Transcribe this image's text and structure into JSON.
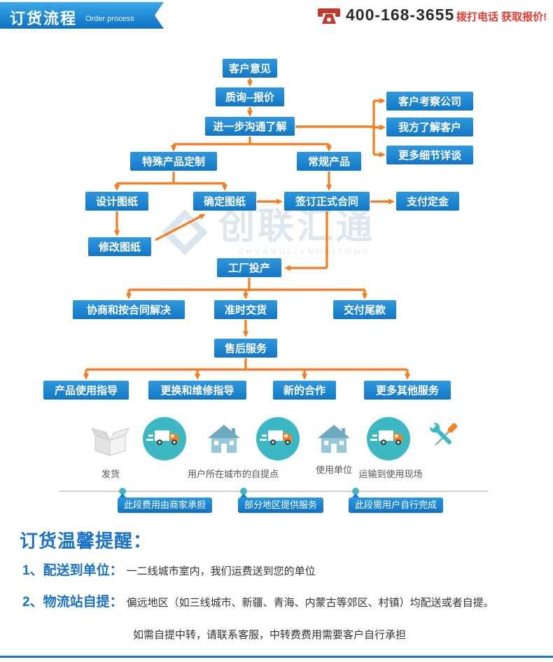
{
  "header": {
    "title": "订货流程",
    "subtitle": "Order process",
    "phone_number": "400-168-3655",
    "cta": "拨打电话 获取报价!"
  },
  "flowchart": {
    "watermark": {
      "text": "创联汇通",
      "sub": "CHUANGLIANHUITONG"
    },
    "nodes": [
      {
        "id": "customer-opinion",
        "label": "客户意见"
      },
      {
        "id": "inquiry-quote",
        "label": "质询--报价"
      },
      {
        "id": "further-communication",
        "label": "进一步沟通了解"
      },
      {
        "id": "client-visit-company",
        "label": "客户考察公司"
      },
      {
        "id": "we-understand-client",
        "label": "我方了解客户"
      },
      {
        "id": "more-details-talk",
        "label": "更多细节详谈"
      },
      {
        "id": "custom-product",
        "label": "特殊产品定制"
      },
      {
        "id": "standard-product",
        "label": "常规产品"
      },
      {
        "id": "design-drawing",
        "label": "设计图纸"
      },
      {
        "id": "confirm-drawing",
        "label": "确定图纸"
      },
      {
        "id": "sign-contract",
        "label": "签订正式合同"
      },
      {
        "id": "pay-deposit",
        "label": "支付定金"
      },
      {
        "id": "revise-drawing",
        "label": "修改图纸"
      },
      {
        "id": "factory-production",
        "label": "工厂投产"
      },
      {
        "id": "negotiate-by-contract",
        "label": "协商和按合同解决"
      },
      {
        "id": "on-time-delivery",
        "label": "准时交货"
      },
      {
        "id": "pay-balance",
        "label": "交付尾款"
      },
      {
        "id": "after-sales",
        "label": "售后服务"
      },
      {
        "id": "usage-guide",
        "label": "产品使用指导"
      },
      {
        "id": "replace-repair-guide",
        "label": "更换和维修指导"
      },
      {
        "id": "new-cooperation",
        "label": "新的合作"
      },
      {
        "id": "more-services",
        "label": "更多其他服务"
      }
    ]
  },
  "logistics": {
    "labels": [
      "发货",
      "用户所在城市的自提点",
      "使用单位",
      "运输到使用现场"
    ],
    "badges": [
      "此段费用由商家承担",
      "部分地区提供服务",
      "此段需用户自行完成"
    ],
    "icons": [
      "box-icon",
      "truck-icon",
      "house-icon",
      "truck-icon",
      "house-icon",
      "truck-icon",
      "tools-icon"
    ]
  },
  "notice": {
    "title": "订货温馨提醒：",
    "items": [
      {
        "label": "1、配送到单位：",
        "text": "一二线城市室内，我们运费送到您的单位"
      },
      {
        "label": "2、物流站自提：",
        "text": "偏远地区（如三线城市、新疆、青海、内蒙古等郊区、村镇）均配送或者自提。"
      }
    ],
    "footnote": "如需自提中转，请联系客服，中转费费用需要客户自行承担"
  },
  "colors": {
    "node_blue": "#1d87d4",
    "arrow_orange": "#f57b1c",
    "teal": "#3cb8c5",
    "header_blue": "#1478c8",
    "accent_red": "#e8392f",
    "notice_blue": "#1a72c8"
  }
}
